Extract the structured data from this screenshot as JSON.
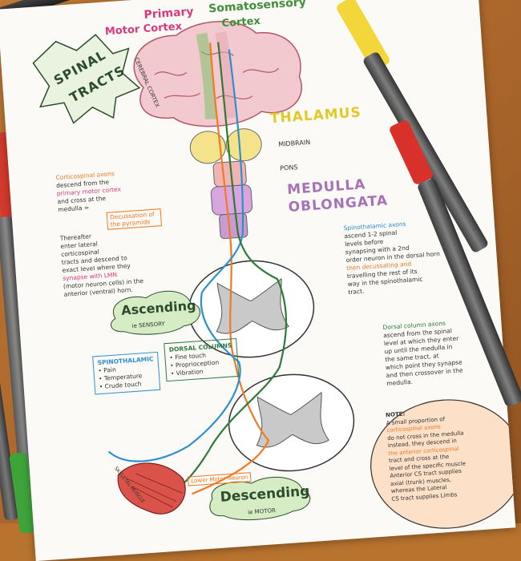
{
  "header": {
    "primary": "Primary",
    "somatosensory": "Somatosensory",
    "motor_cortex": "Motor Cortex",
    "cortex": "Cortex"
  },
  "badge": {
    "line1": "SPINAL",
    "line2": "TRACTS"
  },
  "brainstem": {
    "thalamus": "THALAMUS",
    "midbrain": "MIDBRAIN",
    "pons": "PONS",
    "medulla": "MEDULLA",
    "oblongata": "OBLONGATA",
    "cerebral_cortex": "CEREBRAL CORTEX"
  },
  "corticospinal_note": {
    "lines": [
      "Corticospinal axons",
      "descend from the",
      "primary motor cortex",
      "and cross at the",
      "medulla =",
      "Thereafter",
      "enter lateral",
      "corticospinal",
      "tracts and descend to",
      "exact level where they",
      "synapse with LMN",
      "(motor neuron cells) in the",
      "anterior (ventral) horn."
    ],
    "decussation": "Decussation of the pyramids"
  },
  "spinothalamic_note": {
    "lines": [
      "Spinothalamic axons",
      "ascend 1-2 spinal",
      "levels before",
      "synapsing with a 2nd",
      "order neuron in the dorsal horn",
      "then decussating and",
      "travelling the rest of its",
      "way in the spinothalamic",
      "tract."
    ]
  },
  "dorsal_note": {
    "lines": [
      "Dorsal column axons",
      "ascend from the spinal",
      "level at which they enter",
      "up until the medulla in",
      "the same tract, at",
      "which point they synapse",
      "and then crossover in the",
      "medulla."
    ]
  },
  "ascending": {
    "title": "Ascending",
    "sub": "ie SENSORY"
  },
  "spinothalamic_list": {
    "title": "SPINOTHALAMIC",
    "items": [
      "Pain",
      "Temperature",
      "Crude touch"
    ]
  },
  "dorsal_list": {
    "title": "DORSAL COLUMNS",
    "items": [
      "Fine touch",
      "Proprioception",
      "Vibration"
    ]
  },
  "note": {
    "title": "NOTE:",
    "lines": [
      "A small proportion of",
      "corticospinal axons",
      "do not cross in the medulla",
      "instead, they descend in",
      "the anterior corticospinal",
      "tract and cross at the",
      "level of the specific muscle",
      "Anterior CS tract supplies",
      "axial (trunk) muscles,",
      "whereas the Lateral",
      "CS tract supplies Limbs"
    ]
  },
  "descending": {
    "title": "Descending",
    "sub": "ie MOTOR",
    "lmn": "Lower Motor Neuron",
    "skeletal_muscle": "SKELETAL MUSCLE"
  },
  "colors": {
    "orange": "#f07a22",
    "blue": "#2d8fd0",
    "green": "#2f7a3a",
    "yellow": "#e8d233",
    "red_pen": "#d8302a",
    "purple": "#c07acb",
    "desk": "#b8732e"
  }
}
